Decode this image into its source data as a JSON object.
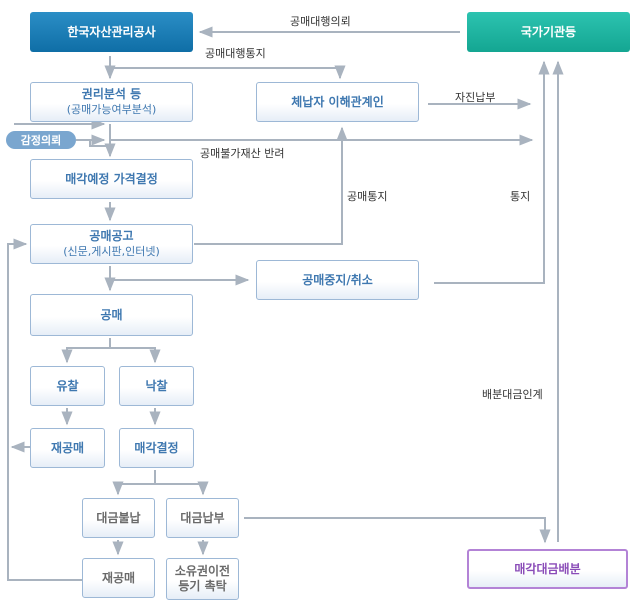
{
  "nodes": {
    "kamco": "한국자산관리공사",
    "state_agency": "국가기관등",
    "rights_analysis": "권리분석 등",
    "rights_analysis_sub": "(공매가능여부분석)",
    "interested_parties": "체납자 이해관계인",
    "appraisal_request": "감정의뢰",
    "price_decision": "매각예정 가격결정",
    "public_notice": "공매공고",
    "public_notice_sub": "(신문,게시판,인터넷)",
    "suspension": "공매중지/취소",
    "auction": "공매",
    "failed_bid": "유찰",
    "winning_bid": "낙찰",
    "re_auction_1": "재공매",
    "sale_decision": "매각결정",
    "non_payment": "대금불납",
    "payment": "대금납부",
    "re_auction_2": "재공매",
    "ownership_transfer": "소유권이전",
    "ownership_transfer_sub": "등기 촉탁",
    "proceeds_distribution": "매각대금배분"
  },
  "labels": {
    "auction_agency_request": "공매대행의뢰",
    "auction_agency_notice": "공매대행통지",
    "voluntary_payment": "자진납부",
    "non_auctionable_return": "공매불가재산 반려",
    "auction_notice": "공매통지",
    "notice": "통지",
    "proceeds_handover": "배분대금인계"
  },
  "colors": {
    "header_blue": "#1580b8",
    "header_teal": "#1fb5a2",
    "box_border": "#9db8d6",
    "box_text": "#3f78b0",
    "line": "#a9b3bf",
    "purple": "#b383d6"
  }
}
